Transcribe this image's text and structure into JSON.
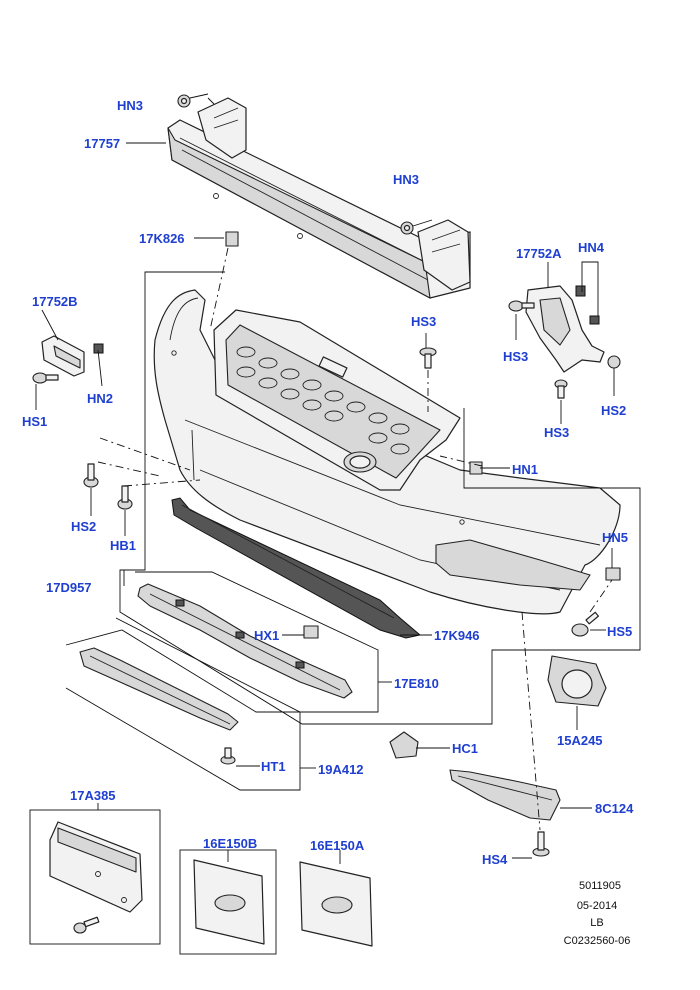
{
  "labels": {
    "hn3_top": "HN3",
    "p17757": "17757",
    "hn3_mid": "HN3",
    "p17k826": "17K826",
    "p17752a": "17752A",
    "hn4": "HN4",
    "p17752b": "17752B",
    "hs3_center": "HS3",
    "hs3_right": "HS3",
    "hs3_right_low": "HS3",
    "hs2_right": "HS2",
    "hn2": "HN2",
    "hs1": "HS1",
    "hn1": "HN1",
    "hs2_left": "HS2",
    "hb1": "HB1",
    "hn5": "HN5",
    "p17d957": "17D957",
    "hs5": "HS5",
    "hx1": "HX1",
    "p17k946": "17K946",
    "p17e810": "17E810",
    "p15a245": "15A245",
    "hc1": "HC1",
    "ht1": "HT1",
    "p19a412": "19A412",
    "p17a385": "17A385",
    "p8c124": "8C124",
    "p16e150b": "16E150B",
    "p16e150a": "16E150A",
    "hs4": "HS4"
  },
  "reference": {
    "line1": "5011905",
    "line2": "05-2014",
    "line3": "LB",
    "line4": "C0232560-06"
  },
  "colors": {
    "callout": "#1e3fd0",
    "line": "#111111"
  }
}
